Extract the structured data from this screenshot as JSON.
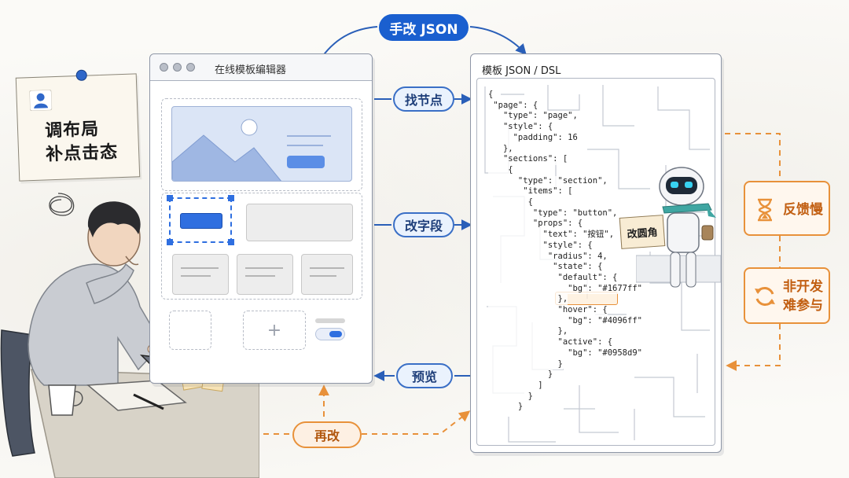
{
  "note": {
    "line1": "调布局",
    "line2": "补点击态"
  },
  "editor": {
    "title": "在线模板编辑器",
    "plus_label": "+"
  },
  "top_pill": "手改 JSON",
  "connectors": {
    "find_node": "找节点",
    "edit_field": "改字段",
    "preview": "预览",
    "re_edit": "再改"
  },
  "panel": {
    "title": "模板 JSON / DSL",
    "code_lines": [
      "{",
      " \"page\": {",
      "   \"type\": \"page\",",
      "   \"style\": {",
      "     \"padding\": 16",
      "   },",
      "   \"sections\": [",
      "    {",
      "      \"type\": \"section\",",
      "       \"items\": [",
      "        {",
      "         \"type\": \"button\",",
      "         \"props\": {",
      "           \"text\": \"按钮\",",
      "           \"style\": {",
      "            \"radius\": 4,",
      "             \"state\": {",
      "              \"default\": {",
      "                \"bg\": \"#1677ff\"",
      "              },",
      "              \"hover\": {",
      "                \"bg\": \"#4096ff\"",
      "              },",
      "              \"active\": {",
      "                \"bg\": \"#0958d9\"",
      "              }",
      "            }",
      "          ]",
      "        }",
      "      }"
    ]
  },
  "robot_sign": "改圆角",
  "issues": [
    {
      "label": "反馈慢",
      "icon": "hourglass-icon"
    },
    {
      "label_line1": "非开发",
      "label_line2": "难参与",
      "icon": "refresh-cycle-icon"
    }
  ],
  "colors": {
    "accent_blue": "#1a5fcf",
    "accent_orange": "#e8913a",
    "button_blue": "#2f6fe0"
  }
}
